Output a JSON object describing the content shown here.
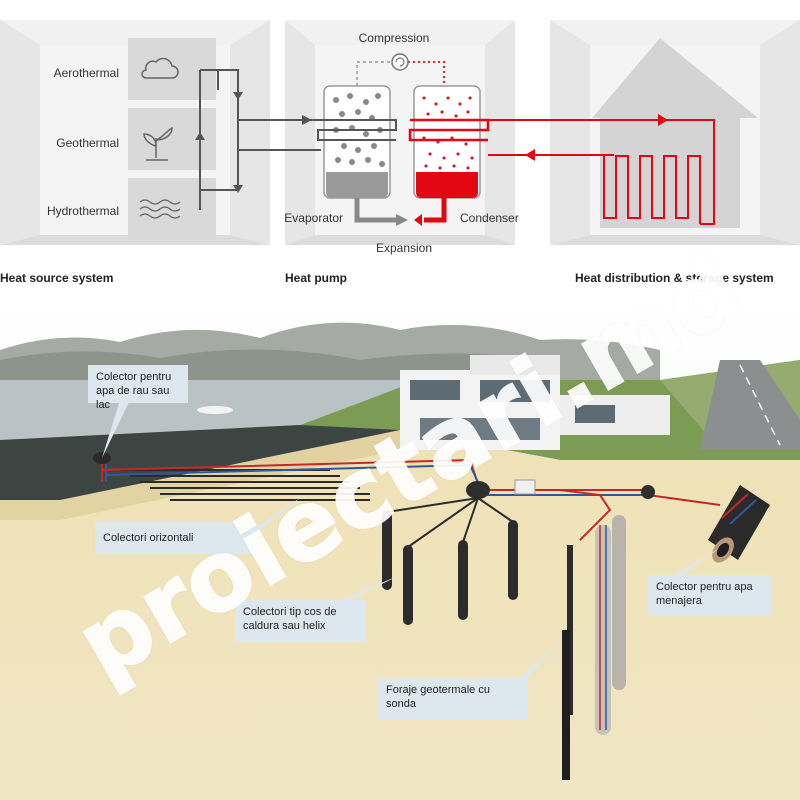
{
  "top": {
    "source": {
      "items": [
        "Aerothermal",
        "Geothermal",
        "Hydrothermal"
      ],
      "caption": "Heat source system"
    },
    "pump": {
      "compression": "Compression",
      "evaporator": "Evaporator",
      "condenser": "Condenser",
      "expansion": "Expansion",
      "caption": "Heat pump"
    },
    "house": {
      "caption": "Heat distribution & storage system"
    },
    "colors": {
      "hot": "#e30613",
      "cold": "#555555",
      "panel": "#e0e0e0"
    }
  },
  "bottom": {
    "callouts": {
      "river": "Colector pentru apa de rau sau lac",
      "horizontal": "Colectori orizontali",
      "helix": "Colectori tip cos de caldura sau helix",
      "water": "Colector pentru apa menajera",
      "boreholes": "Foraje geotermale cu sonda"
    }
  },
  "watermark": "proiectari.md"
}
